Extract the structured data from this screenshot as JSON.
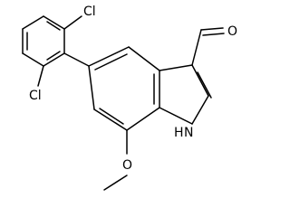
{
  "molecule": {
    "labels": {
      "cl_top": "Cl",
      "cl_bottom": "Cl",
      "oxygen_aldehyde": "O",
      "nh_h": "H",
      "nh_n": "N",
      "methoxy_o": "O"
    }
  }
}
